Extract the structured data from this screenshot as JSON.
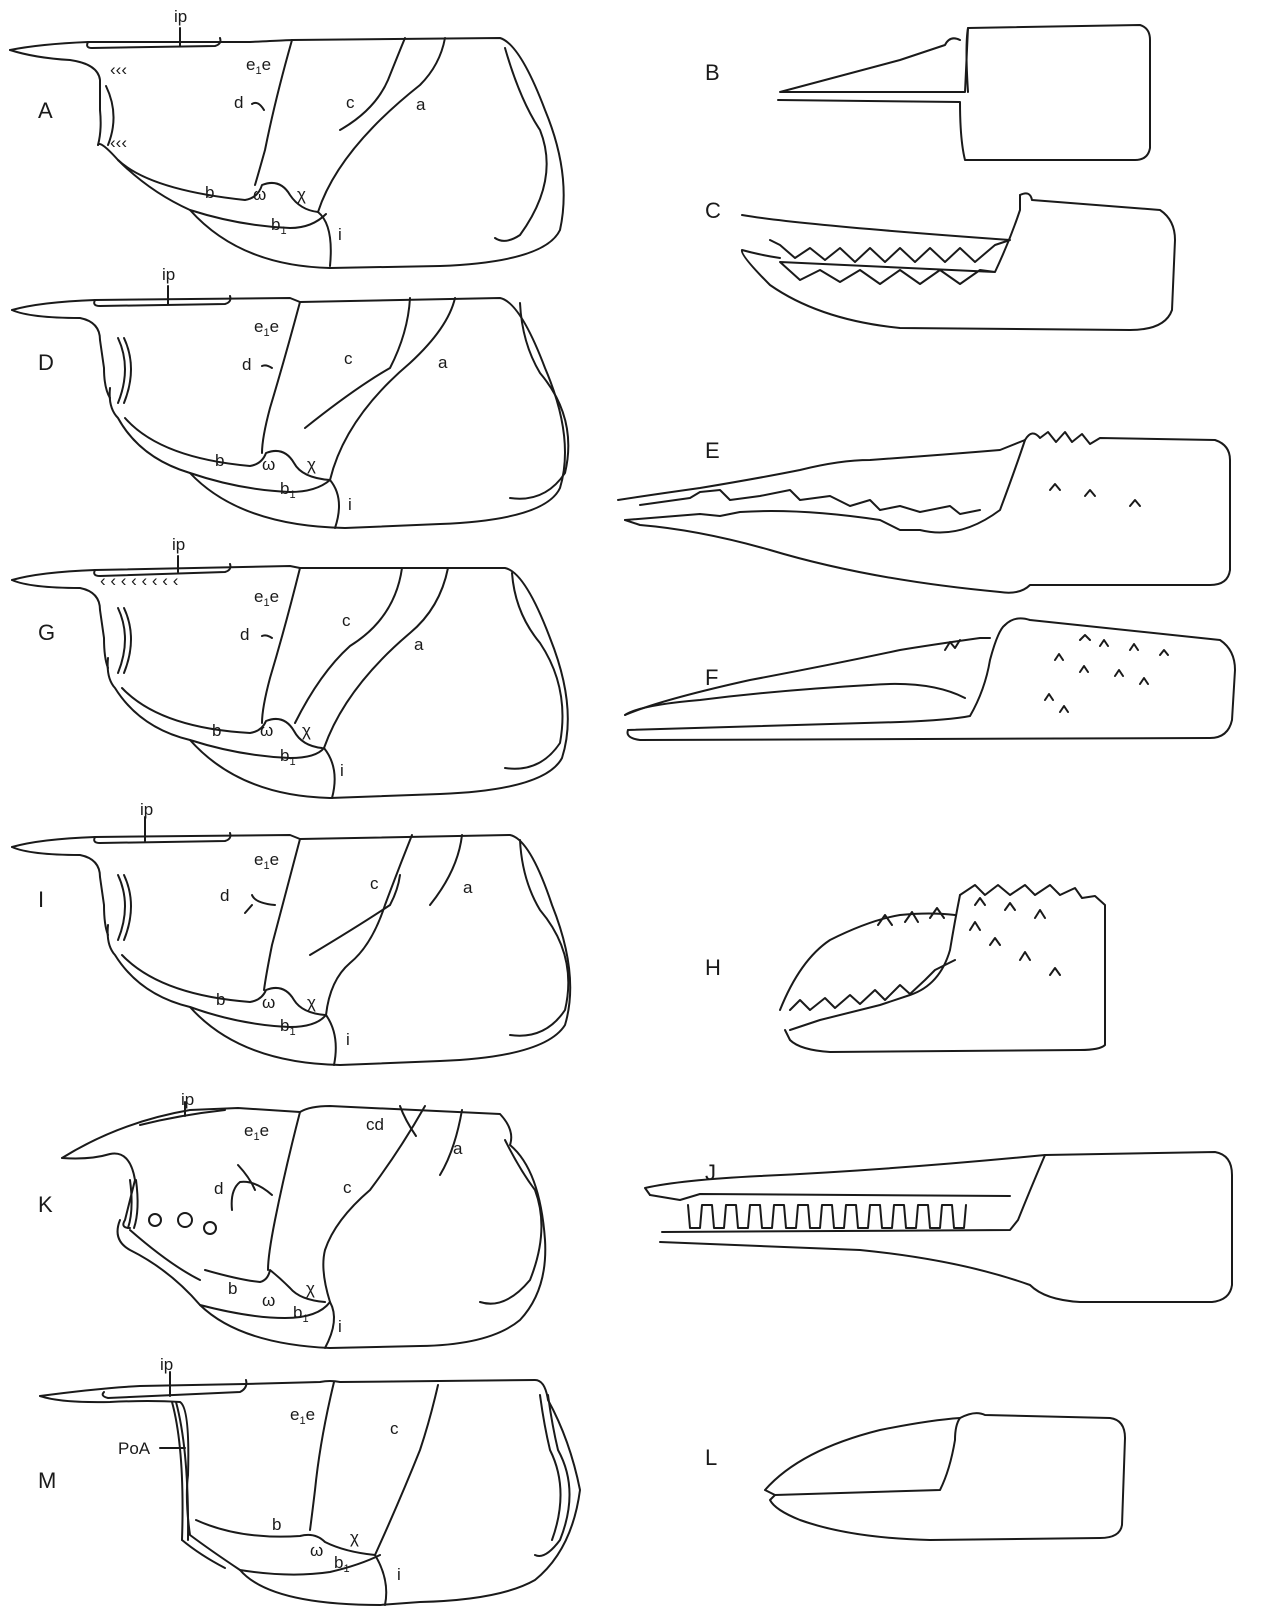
{
  "figure": {
    "carapaces": [
      {
        "panel": "A",
        "labels": {
          "ip": "ip",
          "ee": "e",
          "ee_sub": "1",
          "ee_tail": "e",
          "d": "d",
          "c": "c",
          "a": "a",
          "b": "b",
          "omega": "ω",
          "chi": "χ",
          "b1": "b",
          "b1_sub": "1",
          "i": "i"
        }
      },
      {
        "panel": "D",
        "labels": {
          "ip": "ip",
          "ee": "e",
          "ee_sub": "1",
          "ee_tail": "e",
          "d": "d",
          "c": "c",
          "a": "a",
          "b": "b",
          "omega": "ω",
          "chi": "χ",
          "b1": "b",
          "b1_sub": "1",
          "i": "i"
        }
      },
      {
        "panel": "G",
        "labels": {
          "ip": "ip",
          "ee": "e",
          "ee_sub": "1",
          "ee_tail": "e",
          "d": "d",
          "c": "c",
          "a": "a",
          "b": "b",
          "omega": "ω",
          "chi": "χ",
          "b1": "b",
          "b1_sub": "1",
          "i": "i"
        }
      },
      {
        "panel": "I",
        "labels": {
          "ip": "ip",
          "ee": "e",
          "ee_sub": "1",
          "ee_tail": "e",
          "d": "d",
          "c": "c",
          "a": "a",
          "b": "b",
          "omega": "ω",
          "chi": "χ",
          "b1": "b",
          "b1_sub": "1",
          "i": "i"
        }
      },
      {
        "panel": "K",
        "labels": {
          "ip": "ip",
          "ee": "e",
          "ee_sub": "1",
          "ee_tail": "e",
          "d": "d",
          "cd": "cd",
          "c": "c",
          "a": "a",
          "b": "b",
          "omega": "ω",
          "chi": "χ",
          "b1": "b",
          "b1_sub": "1",
          "i": "i"
        }
      },
      {
        "panel": "M",
        "labels": {
          "ip": "ip",
          "ee": "e",
          "ee_sub": "1",
          "ee_tail": "e",
          "poa": "PoA",
          "c": "c",
          "b": "b",
          "omega": "ω",
          "chi": "χ",
          "b1": "b",
          "b1_sub": "1",
          "i": "i"
        }
      }
    ],
    "chelae": [
      {
        "panel": "B"
      },
      {
        "panel": "C"
      },
      {
        "panel": "E"
      },
      {
        "panel": "F"
      },
      {
        "panel": "H"
      },
      {
        "panel": "J"
      },
      {
        "panel": "L"
      }
    ]
  }
}
